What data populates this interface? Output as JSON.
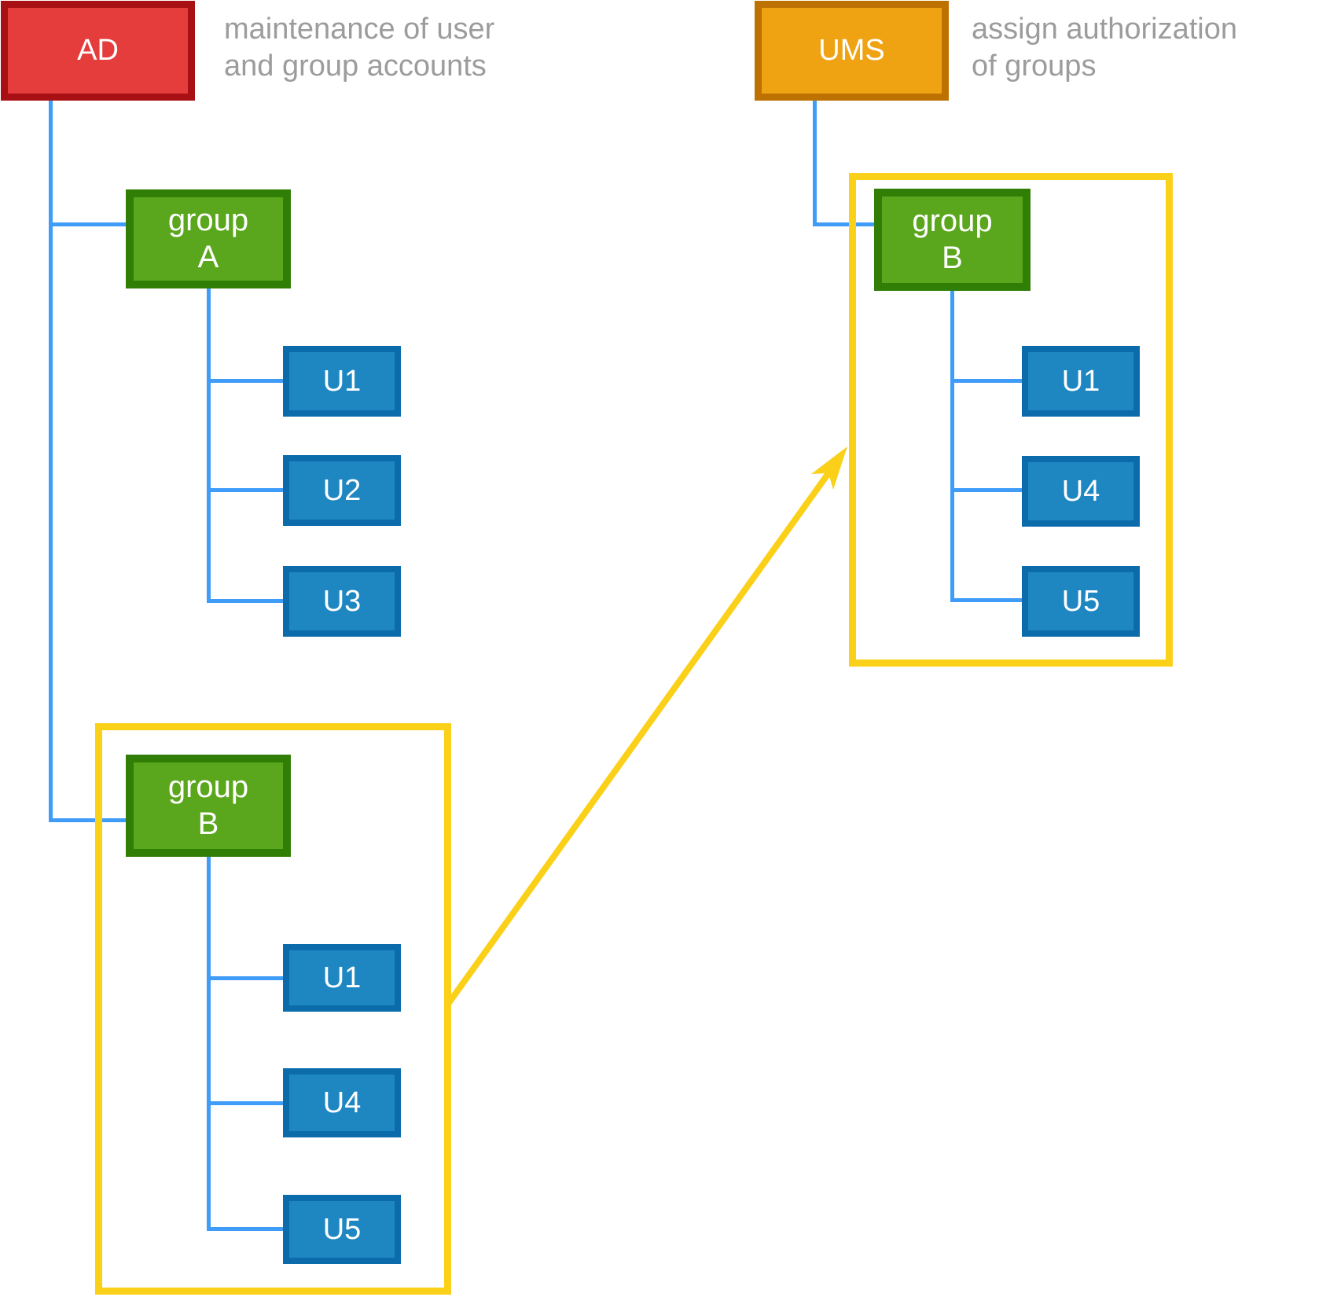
{
  "colors": {
    "red_fill": "#e53c3c",
    "red_border": "#a81013",
    "orange_fill": "#efa312",
    "orange_border": "#bd7100",
    "green_fill": "#5aa71d",
    "green_border": "#317e07",
    "blue_fill": "#1e87c2",
    "blue_border": "#0c6cab",
    "line_blue": "#3f9cf8",
    "yellow": "#fbd019",
    "text_gray": "#9c9c9c"
  },
  "ad": {
    "label": "AD",
    "annotation": [
      "maintenance of user",
      "and group accounts"
    ]
  },
  "ums": {
    "label": "UMS",
    "annotation": [
      "assign authorization",
      "of groups"
    ]
  },
  "left": {
    "group_a": {
      "name": [
        "group",
        "A"
      ],
      "users": [
        "U1",
        "U2",
        "U3"
      ]
    },
    "group_b": {
      "name": [
        "group",
        "B"
      ],
      "users": [
        "U1",
        "U4",
        "U5"
      ]
    }
  },
  "right": {
    "group_b": {
      "name": [
        "group",
        "B"
      ],
      "users": [
        "U1",
        "U4",
        "U5"
      ]
    }
  }
}
